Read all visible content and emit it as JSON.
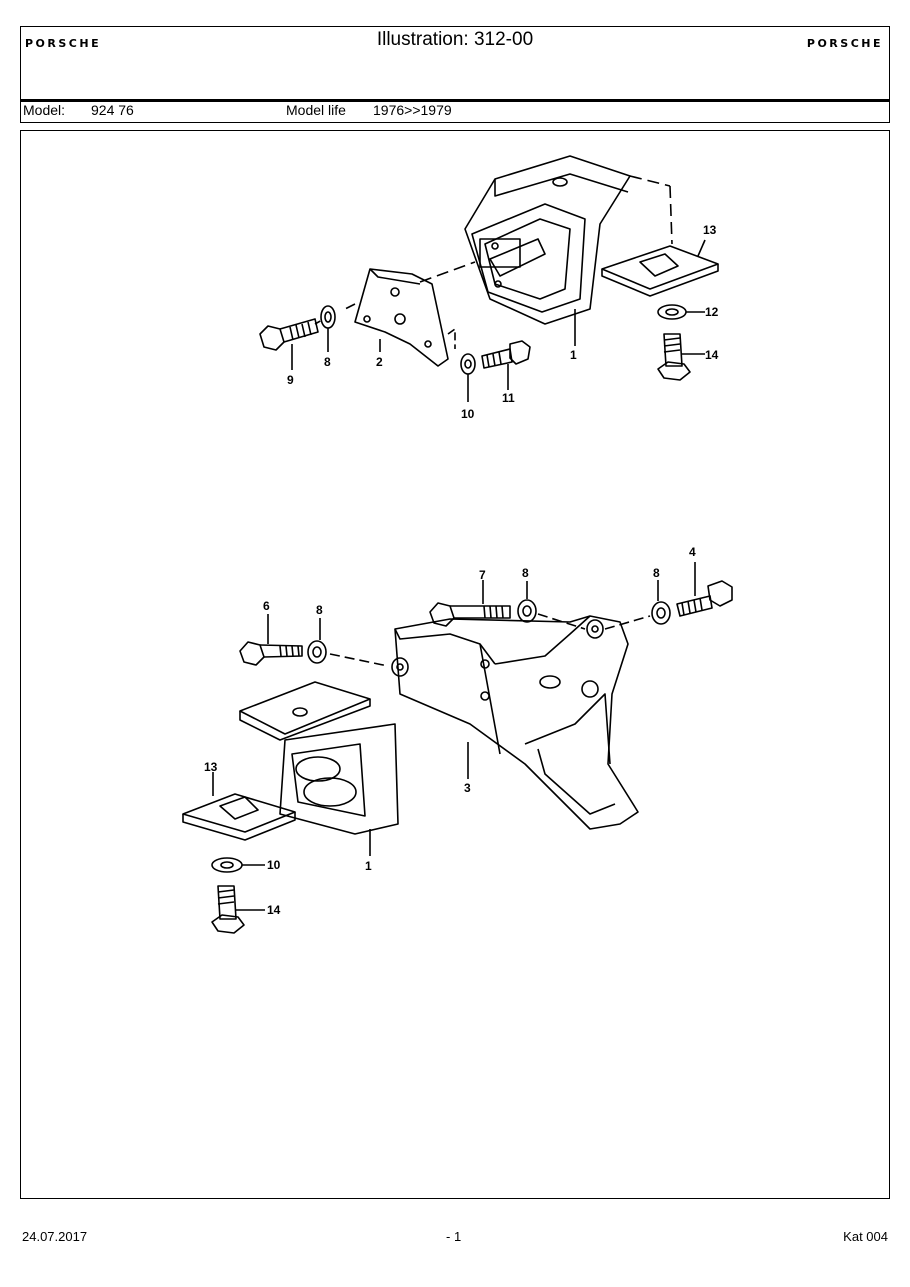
{
  "header": {
    "brand_left": "PORSCHE",
    "brand_right": "PORSCHE",
    "title": "Illustration: 312-00",
    "model_label": "Model:",
    "model_value": "924 76",
    "model_life_label": "Model life",
    "model_life_value": "1976>>1979"
  },
  "diagram_top_callouts": [
    "1",
    "2",
    "8",
    "9",
    "10",
    "11",
    "12",
    "13",
    "14"
  ],
  "diagram_bottom_callouts": [
    "1",
    "3",
    "4",
    "6",
    "7",
    "8",
    "8",
    "8",
    "10",
    "13",
    "14"
  ],
  "footer": {
    "date": "24.07.2017",
    "page": "- 1",
    "catalog": "Kat 004"
  }
}
